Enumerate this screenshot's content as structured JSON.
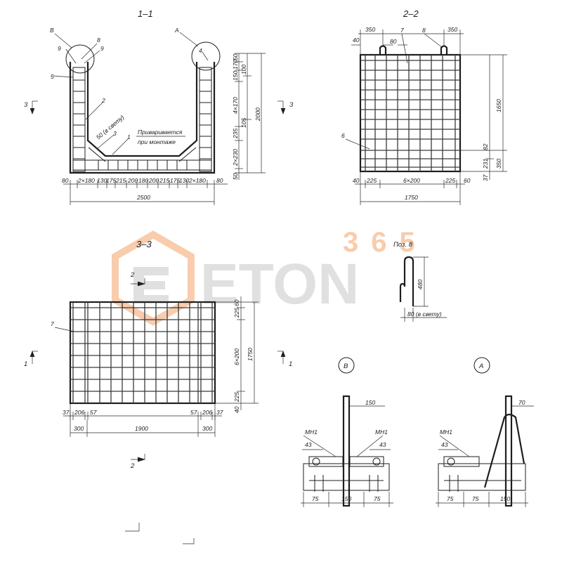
{
  "watermark": {
    "brand": "ETON",
    "number": "365",
    "color_main": "#c8c8c8",
    "color_accent": "#f4a46a"
  },
  "sections": {
    "s11": {
      "title": "1–1"
    },
    "s22": {
      "title": "2–2"
    },
    "s33": {
      "title": "3–3"
    },
    "pos8": {
      "title": "Поз. 8"
    }
  },
  "s11": {
    "callouts": [
      "В",
      "8",
      "9",
      "9",
      "5",
      "А",
      "4",
      "2",
      "3",
      "1"
    ],
    "notes": [
      "50 (в свету)",
      "Приваривается",
      "при монтаже"
    ],
    "bottom_dims": [
      "80",
      "2×180",
      "130",
      "175",
      "215",
      "200",
      "180",
      "200",
      "215",
      "175",
      "130",
      "2×180",
      "80"
    ],
    "total_width": "2500",
    "right_dims": [
      "50",
      "170",
      "100",
      "150",
      "4×170",
      "105",
      "235",
      "2×230",
      "50"
    ],
    "height": "2000",
    "cut_marks": [
      "3",
      "3"
    ]
  },
  "s22": {
    "top_dims": [
      "350",
      "80",
      "350",
      "40"
    ],
    "callouts": [
      "7",
      "8",
      "6"
    ],
    "right_dims": [
      "1650",
      "82",
      "231",
      "37",
      "350"
    ],
    "bottom_dims": [
      "40",
      "225",
      "6×200",
      "225",
      "60"
    ],
    "total_width": "1750"
  },
  "s33": {
    "callouts": [
      "7"
    ],
    "right_dims": [
      "60",
      "225",
      "6×200",
      "225",
      "40"
    ],
    "height": "1750",
    "bottom_dims_row1": [
      "37",
      "206",
      "57",
      "57",
      "206",
      "37"
    ],
    "bottom_dims_row2": [
      "300",
      "1900",
      "300"
    ],
    "cut_marks": [
      "1",
      "1",
      "2",
      "2"
    ]
  },
  "pos8": {
    "dims": [
      "480",
      "80 (в свету)"
    ]
  },
  "detailB": {
    "label": "В",
    "dims": [
      "150",
      "43",
      "43",
      "75",
      "150",
      "75"
    ],
    "mesh": [
      "МН1",
      "МН1"
    ]
  },
  "detailA": {
    "label": "А",
    "dims": [
      "70",
      "43",
      "75",
      "75",
      "150"
    ],
    "mesh": [
      "МН1"
    ]
  }
}
